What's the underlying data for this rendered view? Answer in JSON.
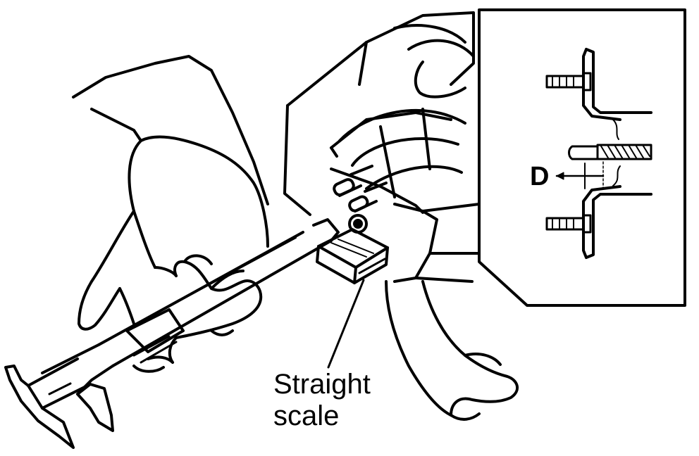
{
  "figure": {
    "callout": {
      "line1": "Straight",
      "line2": "scale"
    },
    "inset": {
      "dimension_label": "D"
    },
    "colors": {
      "ink": "#000000",
      "paper": "#ffffff"
    }
  }
}
